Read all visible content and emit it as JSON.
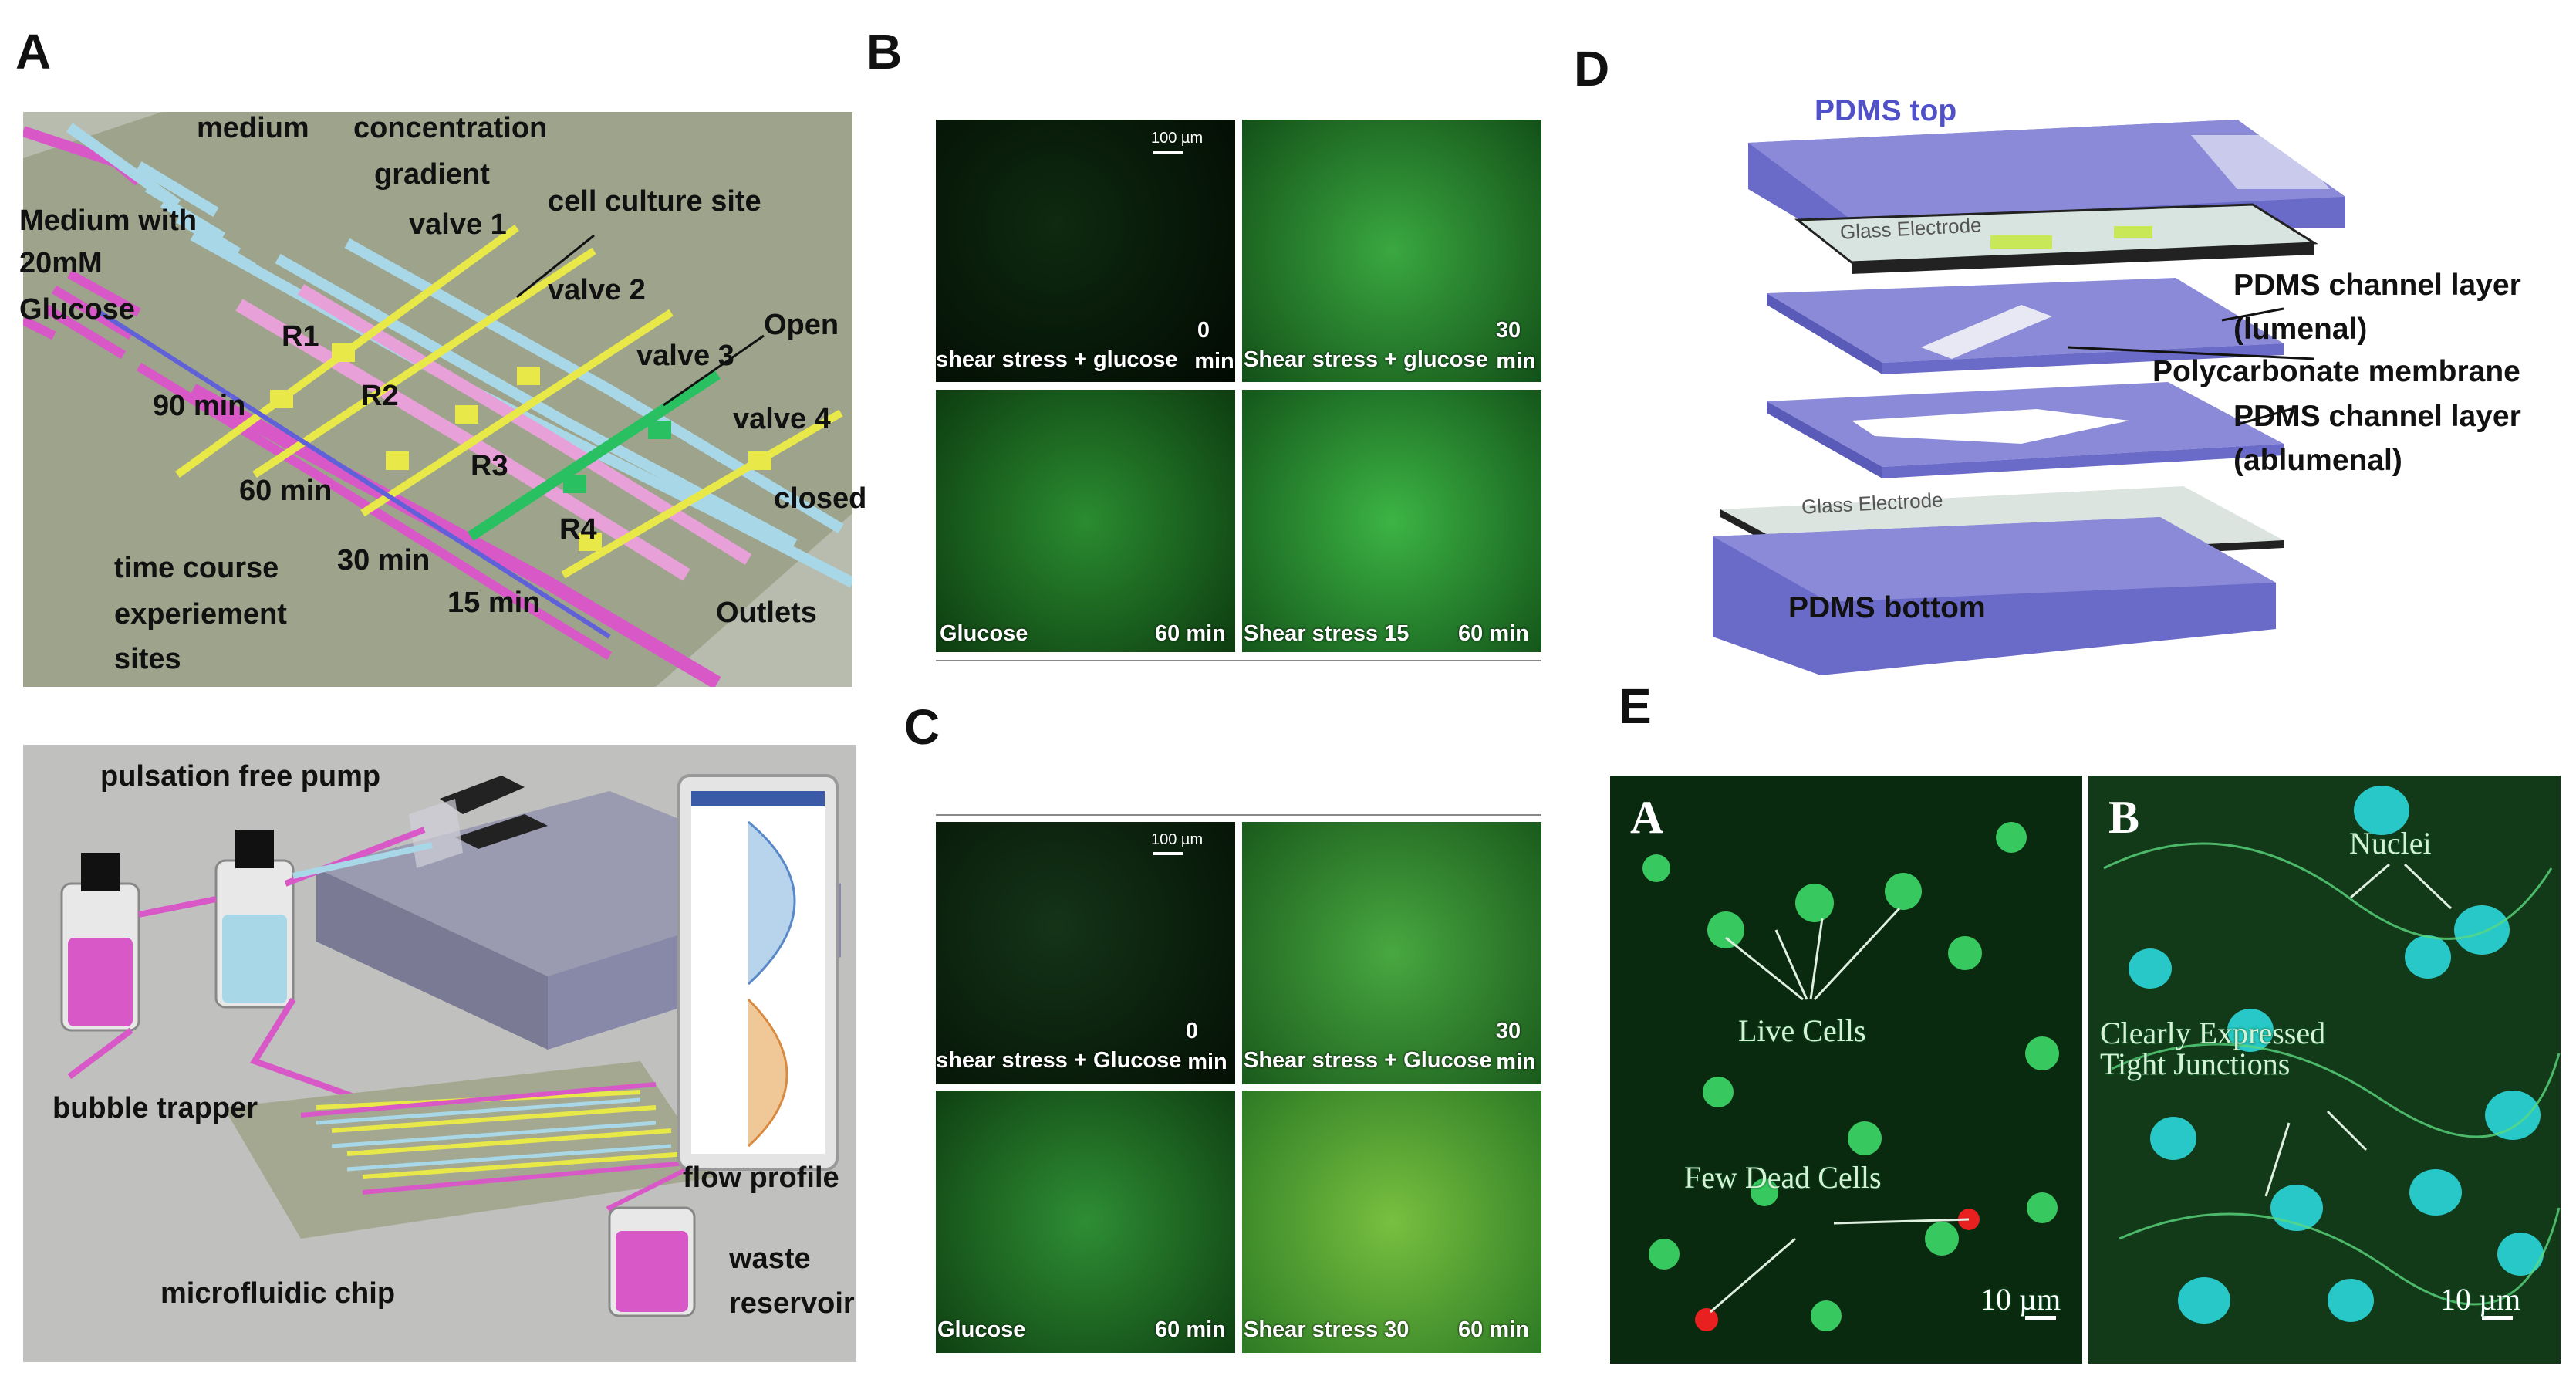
{
  "panel_letters": {
    "a": "A",
    "b": "B",
    "c": "C",
    "d": "D",
    "e": "E"
  },
  "panel_a": {
    "labels": {
      "medium": "medium",
      "concentration_gradient_1": "concentration",
      "concentration_gradient_2": "gradient",
      "medium_glucose_1": "Medium with",
      "medium_glucose_2": "20mM",
      "medium_glucose_3": "Glucose",
      "cell_culture_site": "cell culture site",
      "valve1": "valve 1",
      "valve2": "valve 2",
      "valve3": "valve 3",
      "valve4": "valve 4",
      "open": "Open",
      "closed": "closed",
      "r1": "R1",
      "r2": "R2",
      "r3": "R3",
      "r4": "R4",
      "t90": "90 min",
      "t60": "60 min",
      "t30": "30 min",
      "t15": "15 min",
      "time_course_1": "time course",
      "time_course_2": "experiement",
      "time_course_3": "sites",
      "outlets": "Outlets"
    },
    "setup": {
      "pump": "pulsation free pump",
      "bubble_trapper": "bubble trapper",
      "flow_profile": "flow profile",
      "chip": "microfluidic chip",
      "waste_1": "waste",
      "waste_2": "reservoir"
    }
  },
  "panel_b": {
    "scale": "100 µm",
    "cells": [
      {
        "condition": "shear stress + glucose",
        "time_1": "0",
        "time_2": "min"
      },
      {
        "condition": "Shear stress + glucose",
        "time_1": "30",
        "time_2": "min"
      },
      {
        "condition": "Glucose",
        "time_1": "60 min",
        "time_2": ""
      },
      {
        "condition": "Shear stress 15",
        "time_1": "60 min",
        "time_2": ""
      }
    ]
  },
  "panel_c": {
    "scale": "100 µm",
    "cells": [
      {
        "condition": "shear stress + Glucose",
        "time_1": "0",
        "time_2": "min"
      },
      {
        "condition": "Shear stress + Glucose",
        "time_1": "30",
        "time_2": "min"
      },
      {
        "condition": "Glucose",
        "time_1": "60 min",
        "time_2": ""
      },
      {
        "condition": "Shear stress 30",
        "time_1": "60 min",
        "time_2": ""
      }
    ]
  },
  "panel_d": {
    "pdms_top": "PDMS top",
    "glass_electrode_top": "Glass Electrode",
    "channel_lumenal_1": "PDMS channel layer",
    "channel_lumenal_2": "(lumenal)",
    "membrane": "Polycarbonate membrane",
    "channel_ablumenal_1": "PDMS channel layer",
    "channel_ablumenal_2": "(ablumenal)",
    "glass_electrode_bottom": "Glass Electrode",
    "pdms_bottom": "PDMS bottom"
  },
  "panel_e": {
    "sub_a": "A",
    "sub_b": "B",
    "live_cells": "Live Cells",
    "dead_cells": "Few Dead Cells",
    "nuclei": "Nuclei",
    "tight_1": "Clearly Expressed",
    "tight_2": "Tight Junctions",
    "scale_a": "10 µm",
    "scale_b": "10 µm"
  },
  "colors": {
    "chip_bg": "#a8ac98",
    "magenta": "#d858c8",
    "cyan": "#a8d8e8",
    "yellow": "#e8e848",
    "green_valve": "#28c060",
    "pdms_blue": "#6a6ac8",
    "fluor_green": "#2e8a36",
    "nucleus_cyan": "#28c8c8",
    "dead_red": "#e82020"
  }
}
